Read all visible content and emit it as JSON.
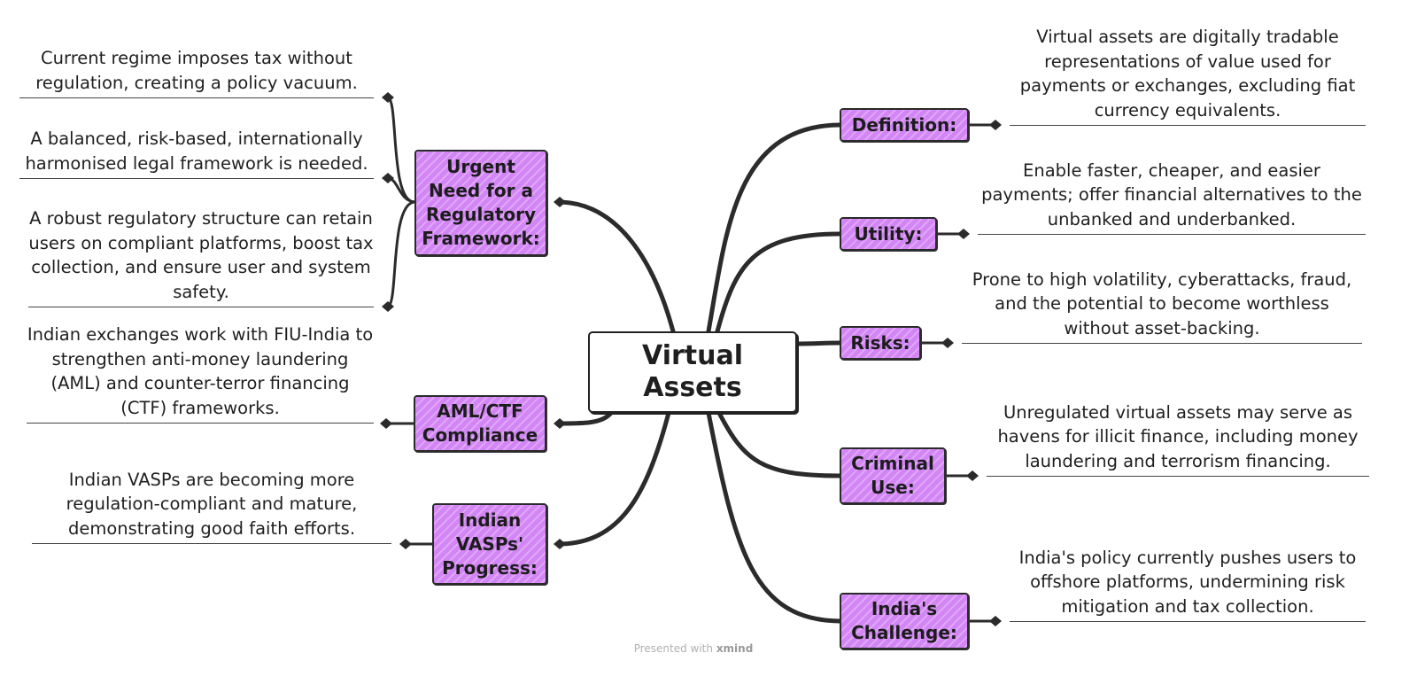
{
  "central": "Virtual\nAssets",
  "right_topics": [
    {
      "label": "Definition:",
      "detail": "Virtual assets are digitally tradable representations of value used for payments or exchanges, excluding fiat currency equivalents."
    },
    {
      "label": "Utility:",
      "detail": "Enable faster, cheaper, and easier payments; offer financial alternatives to the unbanked and underbanked."
    },
    {
      "label": "Risks:",
      "detail": "Prone to high volatility, cyberattacks, fraud, and the potential to become worthless without asset-backing."
    },
    {
      "label": "Criminal Use:",
      "detail": "Unregulated virtual assets may serve as havens for illicit finance, including money laundering and terrorism financing."
    },
    {
      "label": "India's Challenge:",
      "detail": "India's policy currently pushes users to offshore platforms, undermining risk mitigation and tax collection."
    }
  ],
  "left_topics": [
    {
      "label": "Urgent Need for a Regulatory Framework:",
      "details": [
        "Current regime imposes tax without regulation, creating a policy vacuum.",
        "A balanced, risk-based, internationally harmonised legal framework is needed.",
        "A robust regulatory structure can retain users on compliant platforms, boost tax collection, and ensure user and system safety."
      ]
    },
    {
      "label": "AML/CTF Compliance",
      "details": [
        "Indian exchanges work with FIU-India to strengthen anti-money laundering (AML) and counter-terror financing (CTF) frameworks."
      ]
    },
    {
      "label": "Indian VASPs' Progress:",
      "details": [
        "Indian VASPs are becoming more regulation-compliant and mature, demonstrating good faith efforts."
      ]
    }
  ],
  "footer": {
    "prefix": "Presented with",
    "brand": "xmind"
  },
  "colors": {
    "topic_fill": "#d385f5",
    "line": "#2b2b2b",
    "border": "#2a2a2a"
  }
}
